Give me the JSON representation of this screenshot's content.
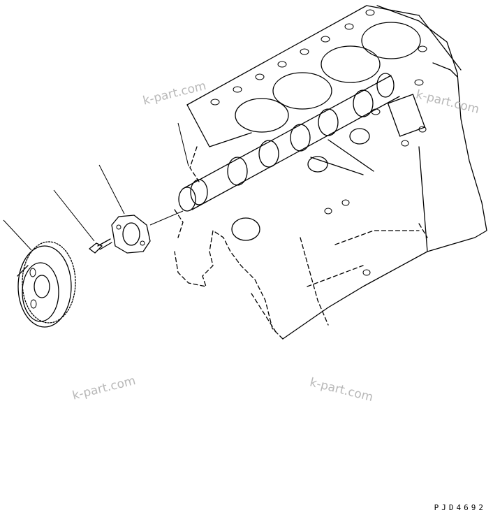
{
  "watermarks": [
    "k-part.com",
    "k-part.com",
    "k-part.com",
    "k-part.com"
  ],
  "drawing_code": "PJD4692"
}
